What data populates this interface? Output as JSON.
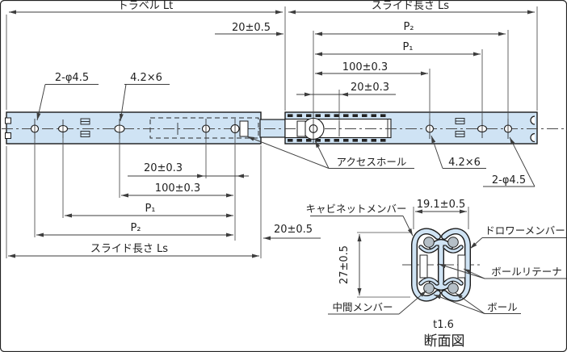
{
  "colors": {
    "rail_fill": "#cfe3f4",
    "outline": "#1a1a1a",
    "dim_line": "#3d3d3d",
    "ball_fill": "#b5bfc7",
    "background": "#ffffff"
  },
  "top_dimensions": {
    "travel": "トラベル Lt",
    "slide_length": "スライド長さ Ls",
    "end_offset": "20±0.5",
    "p2": "P₂",
    "p1": "P₁",
    "hole_pitch_100": "100±0.3",
    "hole_pitch_20": "20±0.3"
  },
  "bottom_dimensions": {
    "hole_pitch_20": "20±0.3",
    "hole_pitch_100": "100±0.3",
    "p1": "P₁",
    "p2": "P₂",
    "slide_length": "スライド長さ Ls",
    "end_offset": "20±0.5"
  },
  "callouts": {
    "left_end_holes": "2-φ4.5",
    "left_slots": "4.2×6",
    "access_hole": "アクセスホール",
    "right_slots": "4.2×6",
    "right_end_holes": "2-φ4.5"
  },
  "cross_section": {
    "width_dim": "19.1±0.5",
    "height_dim": "27±0.5",
    "cabinet_member": "キャビネットメンバー",
    "drawer_member": "ドロワーメンバー",
    "ball_retainer": "ボールリテーナ",
    "intermediate_member": "中間メンバー",
    "ball": "ボール",
    "thickness": "t1.6",
    "title": "断面図"
  }
}
